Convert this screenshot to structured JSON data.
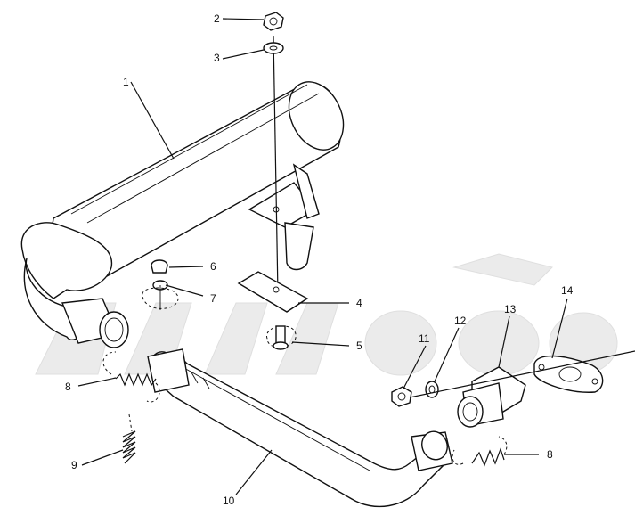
{
  "callouts": [
    {
      "id": "c-1",
      "label": "1"
    },
    {
      "id": "c-2",
      "label": "2"
    },
    {
      "id": "c-3",
      "label": "3"
    },
    {
      "id": "c-4",
      "label": "4"
    },
    {
      "id": "c-5",
      "label": "5"
    },
    {
      "id": "c-6",
      "label": "6"
    },
    {
      "id": "c-7",
      "label": "7"
    },
    {
      "id": "c-8a",
      "label": "8"
    },
    {
      "id": "c-8b",
      "label": "8"
    },
    {
      "id": "c-9",
      "label": "9"
    },
    {
      "id": "c-10",
      "label": "10"
    },
    {
      "id": "c-11",
      "label": "11"
    },
    {
      "id": "c-12",
      "label": "12"
    },
    {
      "id": "c-13",
      "label": "13"
    },
    {
      "id": "c-14",
      "label": "14"
    }
  ]
}
